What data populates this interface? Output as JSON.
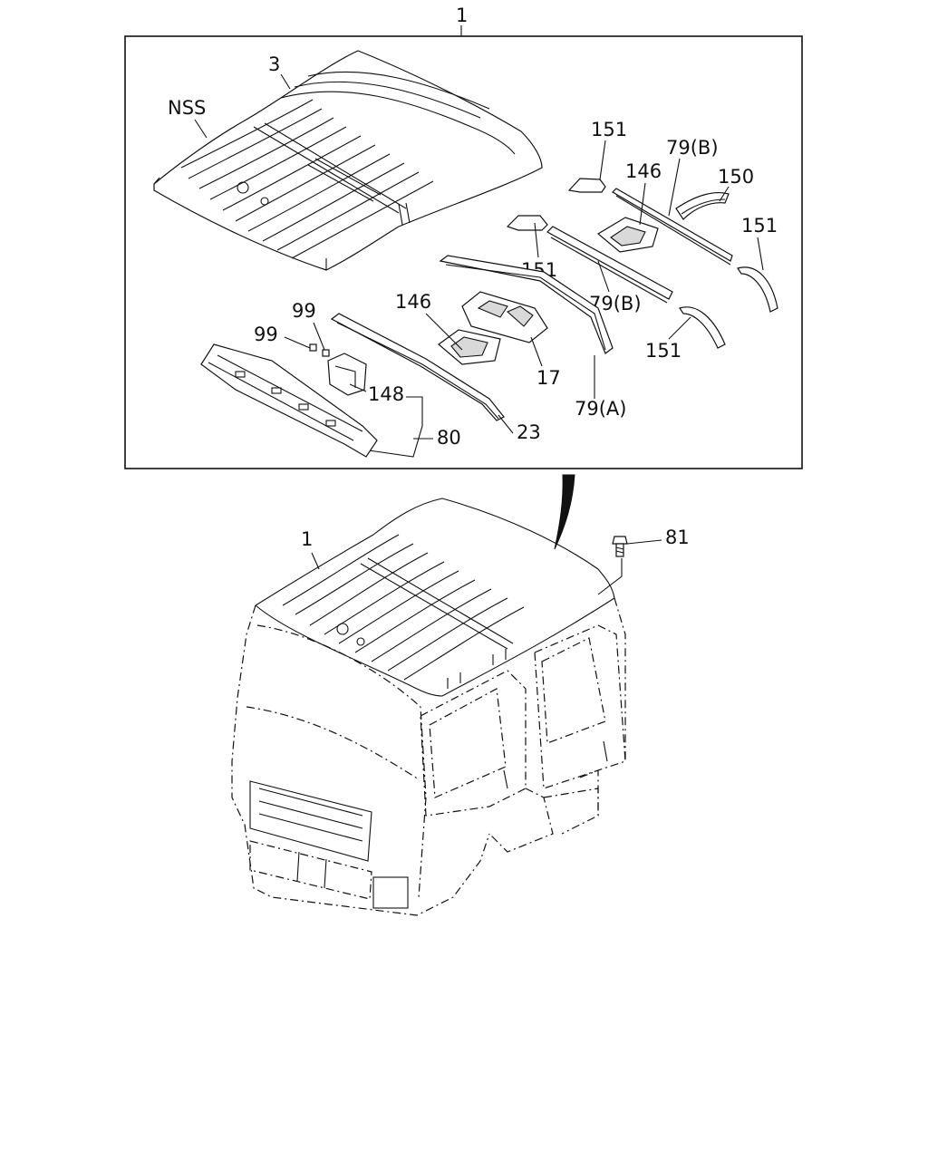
{
  "diagram": {
    "labels": {
      "top_assembly": "1",
      "cab_roof_no": "1",
      "roof_panel": "3",
      "nss": "NSS",
      "bracket_151_a": "151",
      "bracket_151_b": "151",
      "bracket_151_c": "151",
      "bracket_151_d": "151",
      "rail_79b_top": "79(B)",
      "rail_79b_mid": "79(B)",
      "rail_79a": "79(A)",
      "plate_146_top": "146",
      "plate_146_mid": "146",
      "part_150": "150",
      "part_17": "17",
      "part_23": "23",
      "part_99_a": "99",
      "part_99_b": "99",
      "part_148": "148",
      "part_80": "80",
      "bolt_81": "81"
    }
  }
}
